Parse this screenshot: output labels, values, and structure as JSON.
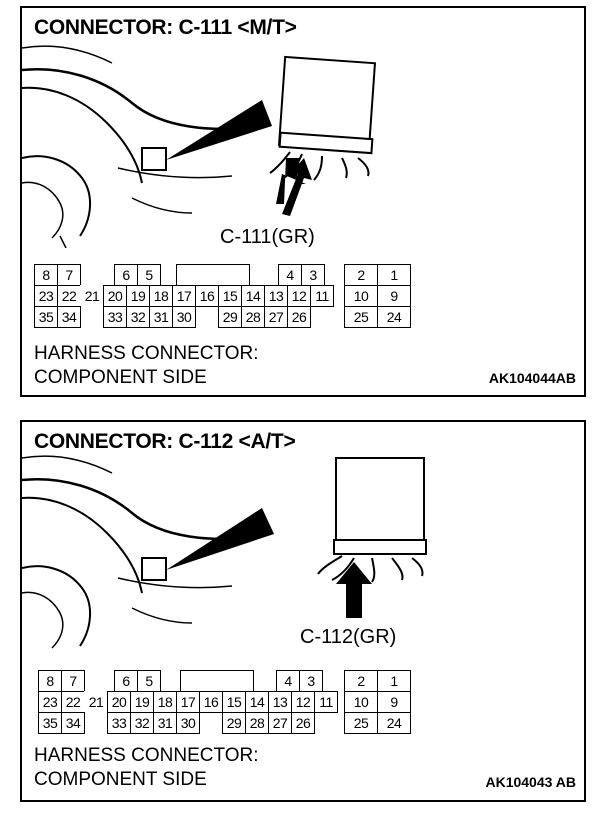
{
  "panels": [
    {
      "title": "CONNECTOR: C-111 <M/T>",
      "callout": "C-111(GR)",
      "harness_line1": "HARNESS CONNECTOR:",
      "harness_line2": "COMPONENT SIDE",
      "code": "AK104044AB",
      "pins": {
        "row1": [
          "8",
          "7",
          "6",
          "5",
          "4",
          "3",
          "2",
          "1"
        ],
        "row2": [
          "23",
          "22",
          "21",
          "20",
          "19",
          "18",
          "17",
          "16",
          "15",
          "14",
          "13",
          "12",
          "11",
          "10",
          "9"
        ],
        "row3": [
          "35",
          "34",
          "33",
          "32",
          "31",
          "30",
          "29",
          "28",
          "27",
          "26",
          "25",
          "24"
        ]
      }
    },
    {
      "title": "CONNECTOR: C-112 <A/T>",
      "callout": "C-112(GR)",
      "harness_line1": "HARNESS CONNECTOR:",
      "harness_line2": "COMPONENT SIDE",
      "code": "AK104043 AB",
      "pins": {
        "row1": [
          "8",
          "7",
          "6",
          "5",
          "4",
          "3",
          "2",
          "1"
        ],
        "row2": [
          "23",
          "22",
          "21",
          "20",
          "19",
          "18",
          "17",
          "16",
          "15",
          "14",
          "13",
          "12",
          "11",
          "10",
          "9"
        ],
        "row3": [
          "35",
          "34",
          "33",
          "32",
          "31",
          "30",
          "29",
          "28",
          "27",
          "26",
          "25",
          "24"
        ]
      }
    }
  ]
}
